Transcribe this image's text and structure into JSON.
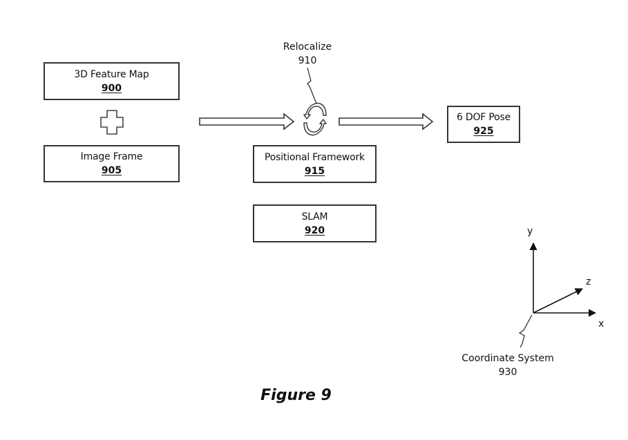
{
  "figure": {
    "caption": "Figure 9"
  },
  "blocks": {
    "feature_map": {
      "label": "3D Feature Map",
      "ref": "900"
    },
    "image_frame": {
      "label": "Image Frame",
      "ref": "905"
    },
    "positional_framework": {
      "label": "Positional Framework",
      "ref": "915"
    },
    "slam": {
      "label": "SLAM",
      "ref": "920"
    },
    "dof_pose": {
      "label": "6 DOF Pose",
      "ref": "925"
    }
  },
  "relocalize": {
    "label": "Relocalize",
    "ref": "910",
    "icon": "cycle-arrows-icon"
  },
  "combine": {
    "icon": "plus-icon"
  },
  "coordinate_system": {
    "label": "Coordinate System",
    "ref": "930",
    "axes": {
      "x": "x",
      "y": "y",
      "z": "z"
    }
  }
}
